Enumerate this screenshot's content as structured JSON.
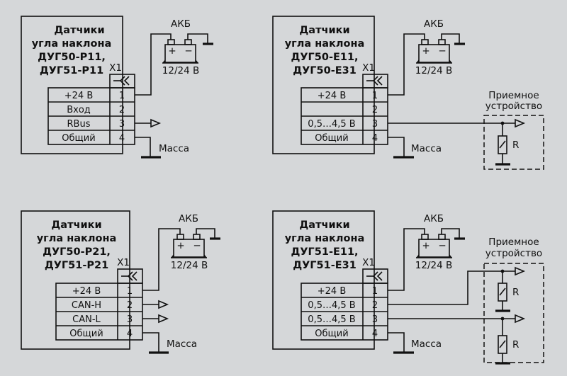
{
  "diagrams": [
    {
      "id": "p11",
      "title_lines": [
        "Датчики",
        "угла наклона",
        "ДУГ50-Р11,",
        "ДУГ51-Р11"
      ],
      "connector_label": "X1",
      "battery_label": "АКБ",
      "battery_voltage": "12/24 В",
      "battery_plus": "+",
      "battery_minus": "−",
      "ground_label": "Масса",
      "pins": [
        {
          "num": "1",
          "signal": "+24 В"
        },
        {
          "num": "2",
          "signal": "Вход"
        },
        {
          "num": "3",
          "signal": "RBus"
        },
        {
          "num": "4",
          "signal": "Общий"
        }
      ]
    },
    {
      "id": "e11",
      "title_lines": [
        "Датчики",
        "угла наклона",
        "ДУГ50-Е11,",
        "ДУГ50-Е31"
      ],
      "connector_label": "X1",
      "battery_label": "АКБ",
      "battery_voltage": "12/24 В",
      "battery_plus": "+",
      "battery_minus": "−",
      "ground_label": "Масса",
      "receiver_label_lines": [
        "Приемное",
        "устройство"
      ],
      "resistor_label": "R",
      "pins": [
        {
          "num": "1",
          "signal": "+24 В"
        },
        {
          "num": "2",
          "signal": ""
        },
        {
          "num": "3",
          "signal": "0,5…4,5 В"
        },
        {
          "num": "4",
          "signal": "Общий"
        }
      ]
    },
    {
      "id": "p21",
      "title_lines": [
        "Датчики",
        "угла наклона",
        "ДУГ50-Р21,",
        "ДУГ51-Р21"
      ],
      "connector_label": "X1",
      "battery_label": "АКБ",
      "battery_voltage": "12/24 В",
      "battery_plus": "+",
      "battery_minus": "−",
      "ground_label": "Масса",
      "pins": [
        {
          "num": "1",
          "signal": "+24 В"
        },
        {
          "num": "2",
          "signal": "CAN-H"
        },
        {
          "num": "3",
          "signal": "CAN-L"
        },
        {
          "num": "4",
          "signal": "Общий"
        }
      ]
    },
    {
      "id": "e51",
      "title_lines": [
        "Датчики",
        "угла наклона",
        "ДУГ51-Е11,",
        "ДУГ51-Е31"
      ],
      "connector_label": "X1",
      "battery_label": "АКБ",
      "battery_voltage": "12/24 В",
      "battery_plus": "+",
      "battery_minus": "−",
      "ground_label": "Масса",
      "receiver_label_lines": [
        "Приемное",
        "устройство"
      ],
      "resistor_label": "R",
      "pins": [
        {
          "num": "1",
          "signal": "+24 В"
        },
        {
          "num": "2",
          "signal": "0,5…4,5 В"
        },
        {
          "num": "3",
          "signal": "0,5…4,5 В"
        },
        {
          "num": "4",
          "signal": "Общий"
        }
      ]
    }
  ]
}
